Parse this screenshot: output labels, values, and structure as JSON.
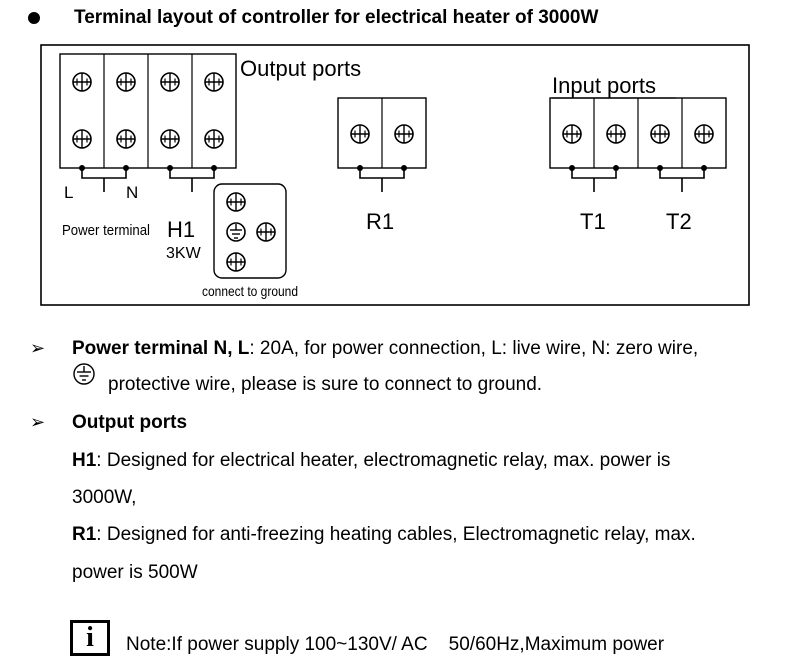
{
  "heading": "Terminal layout of controller for electrical heater of 3000W",
  "diagram": {
    "output_ports": "Output ports",
    "input_ports": "Input ports",
    "L": "L",
    "N": "N",
    "power_terminal": "Power terminal",
    "H1": "H1",
    "H1_power": "3KW",
    "R1": "R1",
    "T1": "T1",
    "T2": "T2",
    "ground": "connect to ground"
  },
  "bullets": {
    "power_title": "Power terminal N, L",
    "power_text": ": 20A, for power connection, L: live wire, N: zero wire,",
    "ground_text": "protective wire, please is sure to connect to ground.",
    "output_title": "Output ports",
    "h1_label": "H1",
    "h1_text": ": Designed for electrical heater, electromagnetic relay, max. power is",
    "h1_text2": "3000W,",
    "r1_label": "R1",
    "r1_text": ": Designed for anti-freezing heating cables, Electromagnetic relay, max.",
    "r1_text2": "power is 500W",
    "note_icon": "i",
    "note_text": "Note:If power supply 100~130V/ AC    50/60Hz,Maximum power"
  }
}
